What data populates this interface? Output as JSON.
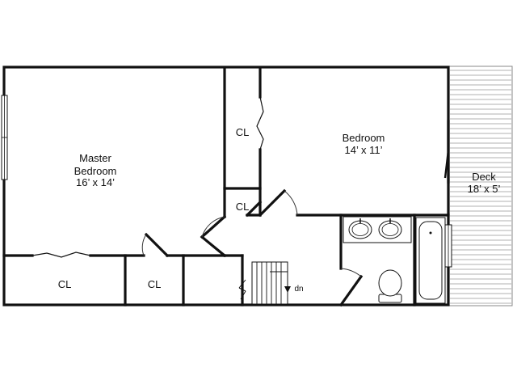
{
  "rooms": {
    "master_bedroom": {
      "name_line1": "Master",
      "name_line2": "Bedroom",
      "size": "16’ x 14’"
    },
    "bedroom": {
      "name": "Bedroom",
      "size": "14’ x 11’"
    },
    "deck": {
      "name": "Deck",
      "size": "18’ x 5’"
    },
    "closet_upper": "CL",
    "closet_middle": "CL",
    "closet_left": "CL",
    "closet_center": "CL"
  },
  "stairs": {
    "label": "dn"
  },
  "colors": {
    "walls": "#111111",
    "deck_lines": "#999999",
    "background": "#ffffff"
  }
}
